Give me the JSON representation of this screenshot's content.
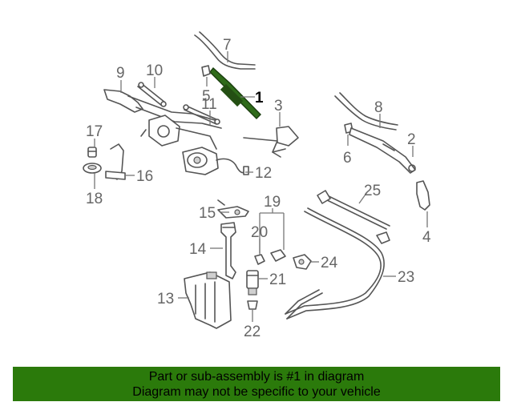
{
  "diagram": {
    "callouts": [
      {
        "id": "1",
        "label": "1",
        "highlighted": true
      },
      {
        "id": "2",
        "label": "2"
      },
      {
        "id": "3",
        "label": "3"
      },
      {
        "id": "4",
        "label": "4"
      },
      {
        "id": "5",
        "label": "5"
      },
      {
        "id": "6",
        "label": "6"
      },
      {
        "id": "7",
        "label": "7"
      },
      {
        "id": "8",
        "label": "8"
      },
      {
        "id": "9",
        "label": "9"
      },
      {
        "id": "10",
        "label": "10"
      },
      {
        "id": "11",
        "label": "11"
      },
      {
        "id": "12",
        "label": "12"
      },
      {
        "id": "13",
        "label": "13"
      },
      {
        "id": "14",
        "label": "14"
      },
      {
        "id": "15",
        "label": "15"
      },
      {
        "id": "16",
        "label": "16"
      },
      {
        "id": "17",
        "label": "17"
      },
      {
        "id": "18",
        "label": "18"
      },
      {
        "id": "19",
        "label": "19"
      },
      {
        "id": "20",
        "label": "20"
      },
      {
        "id": "21",
        "label": "21"
      },
      {
        "id": "22",
        "label": "22"
      },
      {
        "id": "23",
        "label": "23"
      },
      {
        "id": "24",
        "label": "24"
      },
      {
        "id": "25",
        "label": "25"
      }
    ],
    "highlight_color": "#2f6b1a"
  },
  "banner": {
    "line1": "Part or sub-assembly is #1 in diagram",
    "line2": "Diagram may not be specific to your vehicle",
    "background": "#2b7a0b"
  }
}
